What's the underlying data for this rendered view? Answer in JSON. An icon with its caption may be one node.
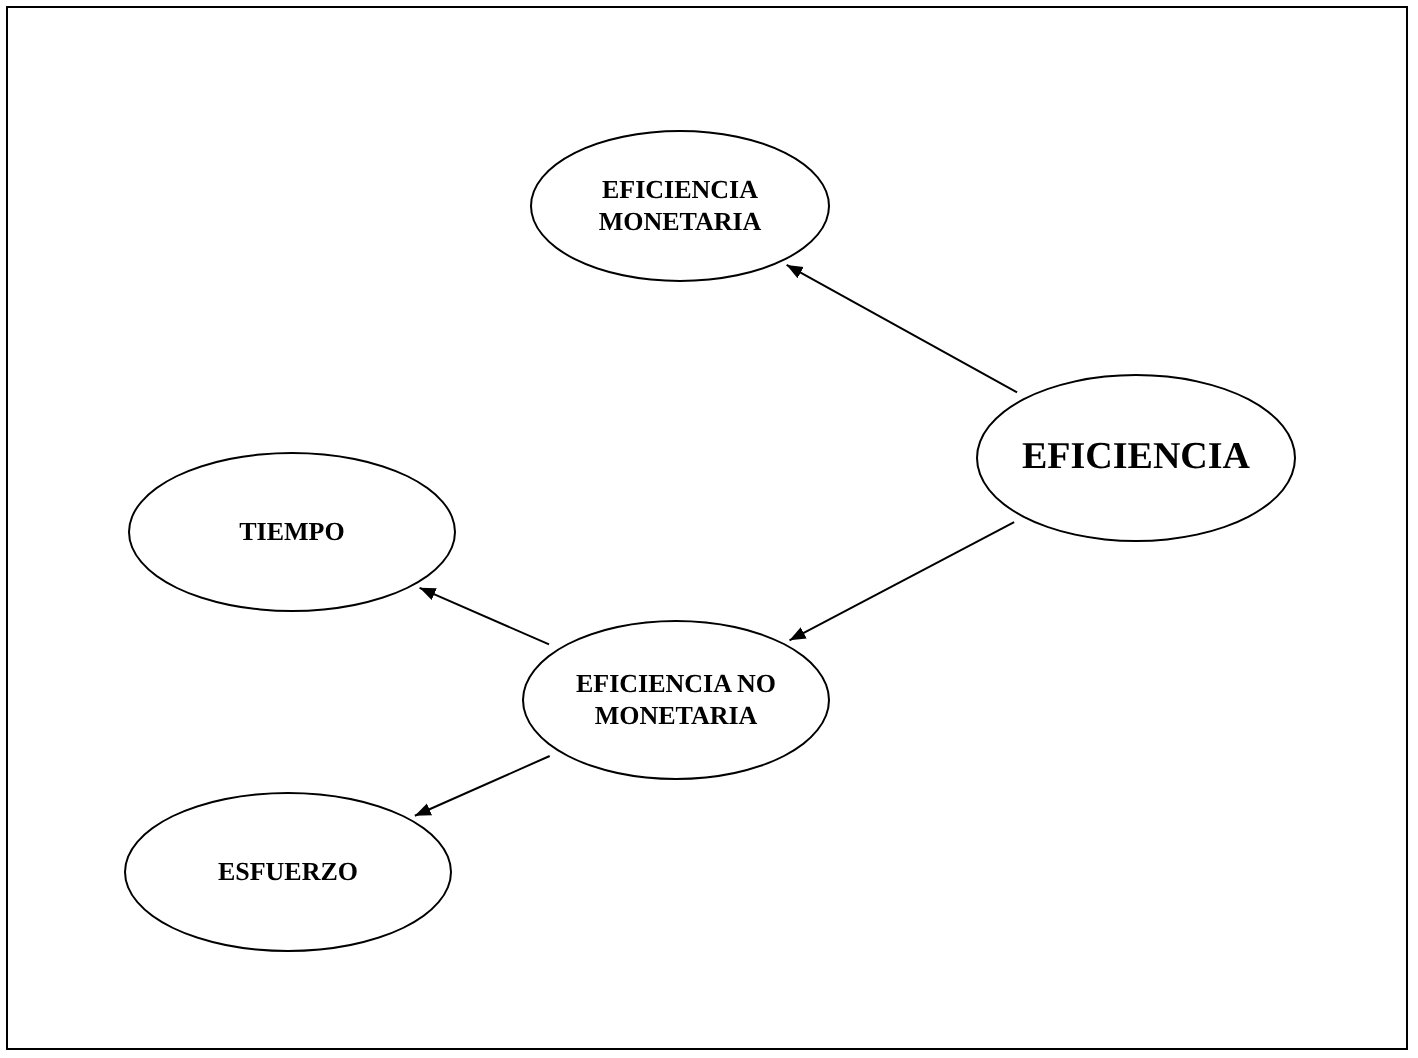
{
  "diagram": {
    "nodes": [
      {
        "text": [
          "EFICIENCIA MONETARIA"
        ]
      },
      {
        "text": [
          "EFICIENCIA"
        ]
      },
      {
        "text": [
          "TIEMPO"
        ]
      },
      {
        "text": [
          "EFICIENCIA NO MONETARIA"
        ]
      },
      {
        "text": [
          "ESFUERZO"
        ]
      }
    ],
    "edges": [
      {
        "from": 1,
        "to": 0,
        "arrow": "to"
      },
      {
        "from": 1,
        "to": 3,
        "arrow": "to"
      },
      {
        "from": 3,
        "to": 2,
        "arrow": "to"
      },
      {
        "from": 3,
        "to": 4,
        "arrow": "to"
      }
    ]
  }
}
